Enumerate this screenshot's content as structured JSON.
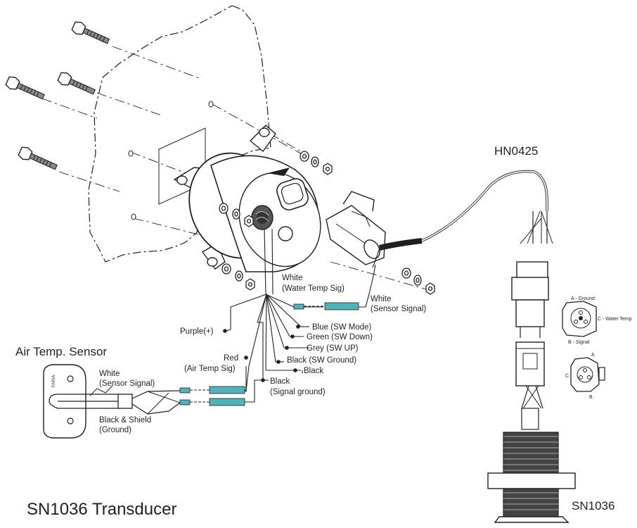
{
  "headings": {
    "air_temp_sensor": "Air Temp. Sensor",
    "transducer": "SN1036 Transducer",
    "harness": "HN0425",
    "transducer_part": "SN1036"
  },
  "wires": {
    "white_water_temp": [
      "White",
      "(Water Temp Sig)"
    ],
    "white_sensor_signal_right": [
      "White",
      "(Sensor Signal)"
    ],
    "blue": "Blue (SW Mode)",
    "green": "Green (SW Down)",
    "grey": "Grey (SW UP)",
    "black_sw_ground": "Black (SW Ground)",
    "black": "Black",
    "purple": "Purple(+)",
    "red": [
      "Red",
      "(Air Temp Sig)"
    ],
    "black_signal_ground": [
      "Black",
      "(Signal ground)"
    ]
  },
  "sensor": {
    "white_sensor_signal": [
      "White",
      "(Sensor Signal)"
    ],
    "black_shield": [
      "Black & Shield",
      "(Ground)"
    ]
  },
  "connector_pins": {
    "ground": "A - Ground",
    "water_temp": "C - Water Temp",
    "signal": "B - Signal",
    "a": "A",
    "b": "B",
    "c": "C"
  },
  "colors": {
    "line": "#231f20",
    "connector_teal": "#4fb3b8",
    "background": "#ffffff"
  }
}
